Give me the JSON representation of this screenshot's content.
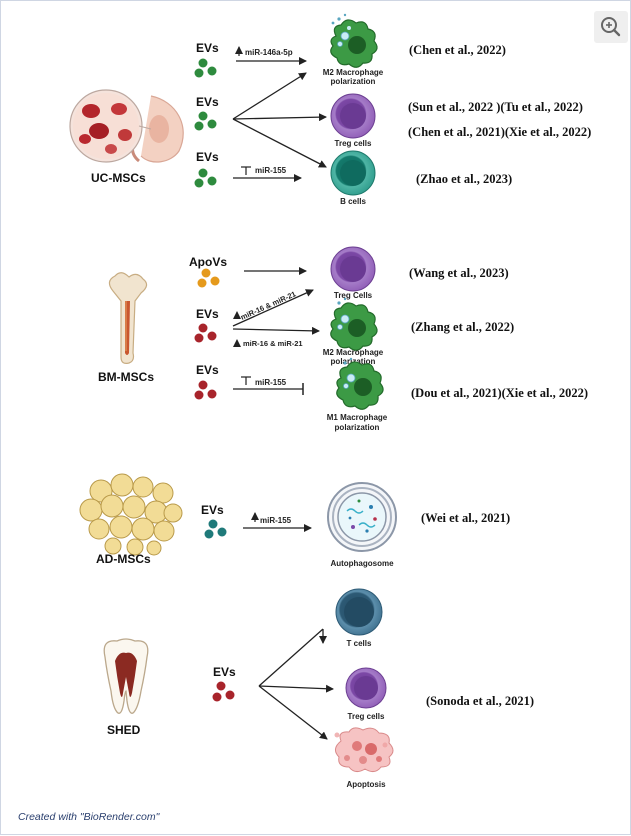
{
  "sources": {
    "uc": "UC-MSCs",
    "bm": "BM-MSCs",
    "ad": "AD-MSCs",
    "shed": "SHED"
  },
  "vesicles": {
    "evs": "EVs",
    "apovs": "ApoVs"
  },
  "mirnas": {
    "mir146": "miR-146a-5p",
    "mir155": "miR-155",
    "mir16_21": "miR-16 & miR-21"
  },
  "targets": {
    "m2_line1": "M2 Macrophage",
    "polarization": "polarization",
    "m1_line1": "M1 Macrophage",
    "treg_cells": "Treg cells",
    "treg_cells_cap": "Treg Cells",
    "b_cells": "B cells",
    "t_cells": "T cells",
    "autophagosome": "Autophagosome",
    "apoptosis": "Apoptosis"
  },
  "references": {
    "chen2022": "(Chen et al., 2022)",
    "sun_tu": "(Sun et al., 2022  )(Tu et al., 2022)",
    "chen_xie": "(Chen et al., 2021)(Xie et al., 2022)",
    "zhao2023": "(Zhao et al., 2023)",
    "wang2023": "(Wang et al., 2023)",
    "zhang2022": "(Zhang et al., 2022)",
    "dou_xie": "(Dou et al., 2021)(Xie et al., 2022)",
    "wei2021": "(Wei et al., 2021)",
    "sonoda2021": "(Sonoda et al., 2021)"
  },
  "credit": "Created with \"BioRender.com\"",
  "colors": {
    "ev_green": "#2e8b3e",
    "ev_red": "#a8242b",
    "apov_orange": "#e59a1c",
    "ev_teal": "#1f7a7a",
    "treg_purple": "#8e5bb5",
    "bcell_teal": "#2c9a8a",
    "tcell_blue": "#3c6e8c",
    "macrophage_green": "#2f8a3a"
  },
  "icons": {
    "zoom": "zoom-in-icon"
  }
}
